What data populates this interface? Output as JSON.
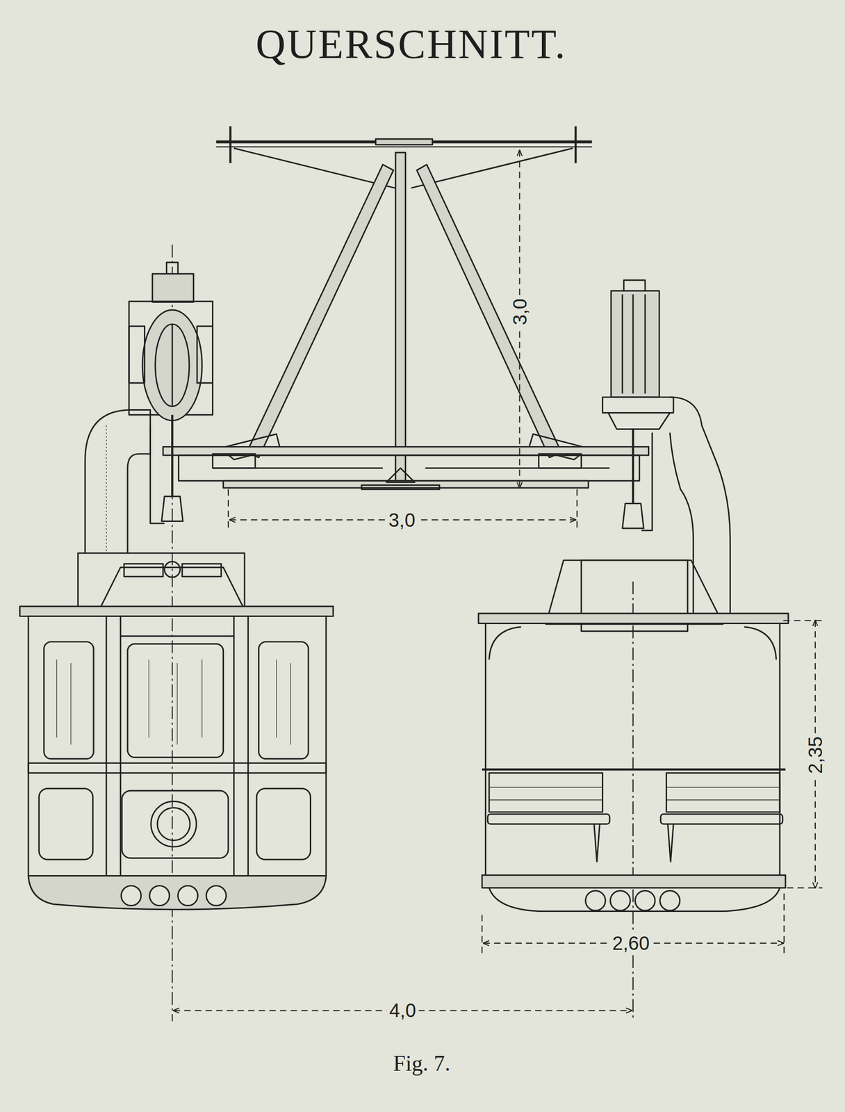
{
  "diagram": {
    "title": "QUERSCHNITT.",
    "caption": "Fig. 7.",
    "labels": [
      "3,0",
      "3,0",
      "2,35",
      "2,60",
      "4,0"
    ]
  }
}
